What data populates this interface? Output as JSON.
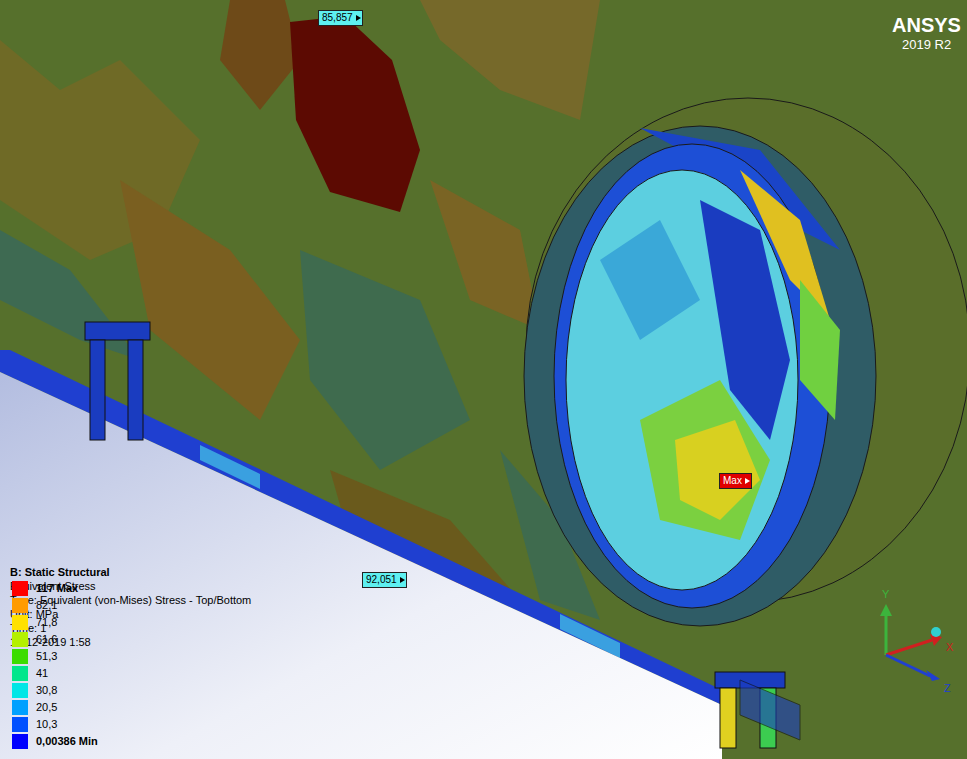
{
  "diagram": {
    "nodes": [
      {
        "text": [
          "85,857"
        ]
      },
      {
        "text": [
          "92,051"
        ]
      },
      {
        "text": [
          "Max"
        ]
      }
    ],
    "labels": [
      "ANSYS",
      "2019 R2",
      "B: Static Structural",
      "Equivalent Stress",
      "Type: Equivalent (von-Mises) Stress - Top/Bottom",
      "Unit: MPa",
      "Time: 1",
      "16-12-2019 1:58",
      "Y",
      "X",
      "Z"
    ],
    "legend": [
      {
        "text": "117 Max",
        "color": "#ff0000"
      },
      {
        "text": "82,1",
        "color": "#ff9b00"
      },
      {
        "text": "71,8",
        "color": "#ffe100"
      },
      {
        "text": "61,6",
        "color": "#b4f000"
      },
      {
        "text": "51,3",
        "color": "#3cdc00"
      },
      {
        "text": "41",
        "color": "#00e68c"
      },
      {
        "text": "30,8",
        "color": "#00e6e6"
      },
      {
        "text": "20,5",
        "color": "#00a0ff"
      },
      {
        "text": "10,3",
        "color": "#0050ff"
      },
      {
        "text": "0,00386 Min",
        "color": "#0000ff"
      }
    ]
  }
}
